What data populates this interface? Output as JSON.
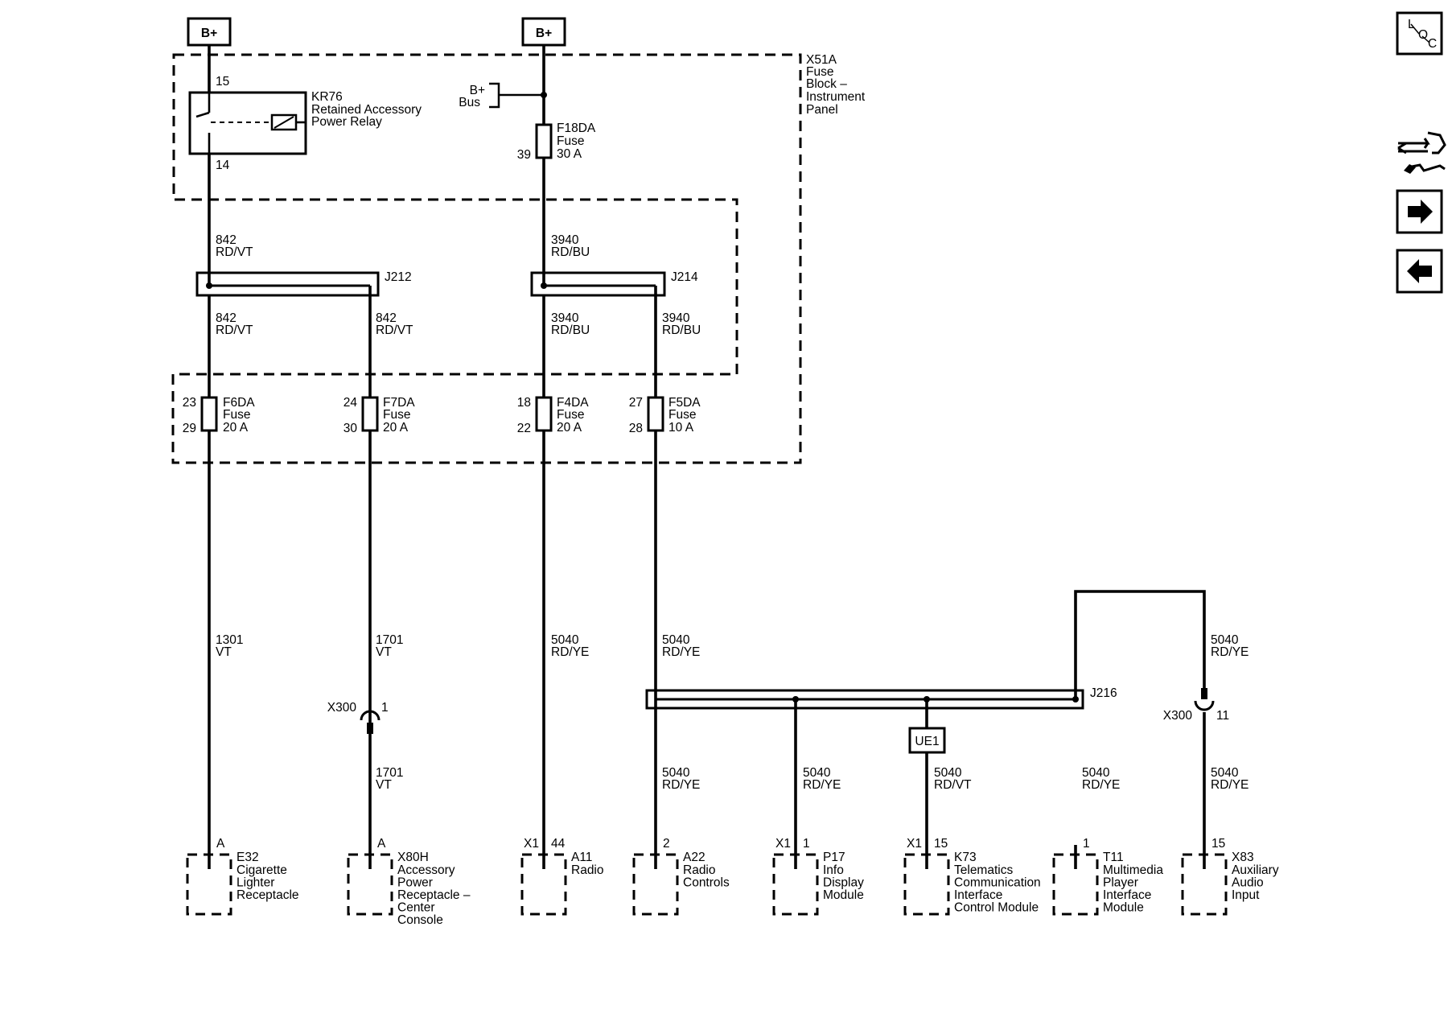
{
  "power_sources": {
    "left": "B+",
    "right": "B+"
  },
  "fuse_block": {
    "id": "X51A",
    "lines": [
      "Fuse",
      "Block –",
      "Instrument",
      "Panel"
    ]
  },
  "bus_label": [
    "B+",
    "Bus"
  ],
  "relay": {
    "id": "KR76",
    "lines": [
      "Retained Accessory",
      "Power Relay"
    ],
    "pin_top": "15",
    "pin_bottom": "14"
  },
  "fuse_f18": {
    "id": "F18DA",
    "type": "Fuse",
    "rating": "30 A",
    "pin": "39"
  },
  "wires_upper": {
    "w842": {
      "circuit": "842",
      "color": "RD/VT"
    },
    "w3940": {
      "circuit": "3940",
      "color": "RD/BU"
    }
  },
  "splices": {
    "j212": "J212",
    "j214": "J214",
    "j216": "J216"
  },
  "fuses_lower": [
    {
      "id": "F6DA",
      "type": "Fuse",
      "rating": "20 A",
      "pin_in": "23",
      "pin_out": "29"
    },
    {
      "id": "F7DA",
      "type": "Fuse",
      "rating": "20 A",
      "pin_in": "24",
      "pin_out": "30"
    },
    {
      "id": "F4DA",
      "type": "Fuse",
      "rating": "20 A",
      "pin_in": "18",
      "pin_out": "22"
    },
    {
      "id": "F5DA",
      "type": "Fuse",
      "rating": "10 A",
      "pin_in": "27",
      "pin_out": "28"
    }
  ],
  "wires_lower": {
    "w1301": {
      "circuit": "1301",
      "color": "VT"
    },
    "w1701": {
      "circuit": "1701",
      "color": "VT"
    },
    "w5040_ye": {
      "circuit": "5040",
      "color": "RD/YE"
    },
    "w5040_vt": {
      "circuit": "5040",
      "color": "RD/VT"
    }
  },
  "connectors": {
    "x300_left": {
      "id": "X300",
      "pin": "1"
    },
    "x300_right": {
      "id": "X300",
      "pin": "11"
    },
    "ue1": "UE1"
  },
  "components": [
    {
      "conn": "",
      "pin": "A",
      "id": "E32",
      "lines": [
        "Cigarette",
        "Lighter",
        "Receptacle"
      ]
    },
    {
      "conn": "",
      "pin": "A",
      "id": "X80H",
      "lines": [
        "Accessory",
        "Power",
        "Receptacle –",
        "Center",
        "Console"
      ]
    },
    {
      "conn": "X1",
      "pin": "44",
      "id": "A11",
      "lines": [
        "Radio"
      ]
    },
    {
      "conn": "",
      "pin": "2",
      "id": "A22",
      "lines": [
        "Radio",
        "Controls"
      ]
    },
    {
      "conn": "X1",
      "pin": "1",
      "id": "P17",
      "lines": [
        "Info",
        "Display",
        "Module"
      ]
    },
    {
      "conn": "X1",
      "pin": "15",
      "id": "K73",
      "lines": [
        "Telematics",
        "Communication",
        "Interface",
        "Control Module"
      ]
    },
    {
      "conn": "",
      "pin": "1",
      "id": "T11",
      "lines": [
        "Multimedia",
        "Player",
        "Interface",
        "Module"
      ]
    },
    {
      "conn": "",
      "pin": "15",
      "id": "X83",
      "lines": [
        "Auxiliary",
        "Audio",
        "Input"
      ]
    }
  ],
  "toolbar": {
    "loc": {
      "l": "L",
      "o": "O",
      "c": "C"
    },
    "icons": [
      "loc-icon",
      "wrench-arrow-icon",
      "arrow-right-icon",
      "arrow-left-icon"
    ]
  }
}
